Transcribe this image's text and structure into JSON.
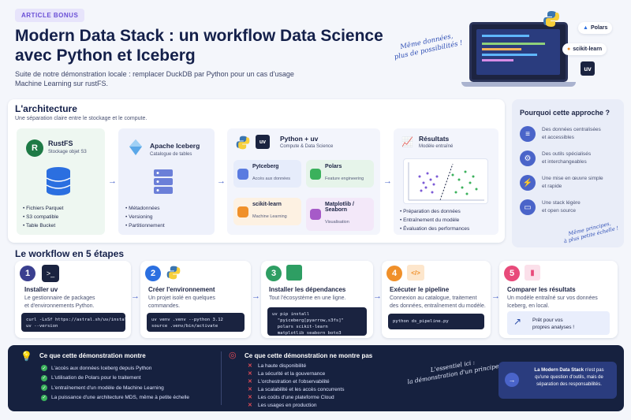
{
  "header": {
    "badge": "ARTICLE BONUS",
    "title_line1": "Modern Data Stack : un workflow Data Science",
    "title_line2": "avec Python et Iceberg",
    "subtitle_line1": "Suite de notre démonstration locale : remplacer DuckDB par Python pour un cas d'usage",
    "subtitle_line2": "Machine Learning sur rustFS.",
    "hand_note_line1": "Même données,",
    "hand_note_line2": "plus de possibilités !",
    "logos": [
      "Polars",
      "scikit-learn",
      "uv"
    ]
  },
  "architecture": {
    "title": "L'architecture",
    "subtitle": "Une séparation claire entre le stockage et le compute.",
    "rustfs": {
      "name": "RustFS",
      "desc": "Stockage objet S3",
      "items": [
        "Fichiers Parquet",
        "S3 compatible",
        "Table Bucket"
      ]
    },
    "iceberg": {
      "name": "Apache Iceberg",
      "desc": "Catalogue de tables",
      "items": [
        "Métadonnées",
        "Versioning",
        "Partitionnement"
      ]
    },
    "python": {
      "name": "Python + uv",
      "desc": "Compute & Data Science",
      "libs": [
        {
          "name": "PyIceberg",
          "desc": "Accès aux données"
        },
        {
          "name": "Polars",
          "desc": "Feature engineering"
        },
        {
          "name": "scikit-learn",
          "desc": "Machine Learning"
        },
        {
          "name": "Matplotlib / Seaborn",
          "desc": "Visualisation"
        }
      ]
    },
    "results": {
      "name": "Résultats",
      "desc": "Modèle entraîné",
      "items": [
        "Préparation des données",
        "Entraînement du modèle",
        "Évaluation des performances"
      ]
    }
  },
  "why": {
    "title": "Pourquoi cette approche ?",
    "items": [
      {
        "l1": "Des données centralisées",
        "l2": "et accessibles",
        "icon": "database-icon"
      },
      {
        "l1": "Des outils spécialisés",
        "l2": "et interchangeables",
        "icon": "gear-icon"
      },
      {
        "l1": "Une mise en œuvre simple",
        "l2": "et rapide",
        "icon": "bolt-icon"
      },
      {
        "l1": "Une stack légère",
        "l2": "et open source",
        "icon": "laptop-icon"
      }
    ],
    "hand_line1": "Même principes,",
    "hand_line2": "à plus petite échelle !"
  },
  "workflow": {
    "title": "Le workflow en 5 étapes",
    "steps": [
      {
        "num": "1",
        "title": "Installer uv",
        "l1": "Le gestionnaire de packages",
        "l2": "et d'environnements Python.",
        "code": "curl -LsSf https://astral.sh/uv/install.sh | sh\nuv --version",
        "color": "#3a3f8f"
      },
      {
        "num": "2",
        "title": "Créer l'environnement",
        "l1": "Un projet isolé en quelques",
        "l2": "commandes.",
        "code": "uv venv .venv --python 3.12\nsource .venv/bin/activate",
        "color": "#2b6fe0"
      },
      {
        "num": "3",
        "title": "Installer les dépendances",
        "l1": "Tout l'écosystème en une ligne.",
        "l2": "",
        "code": "uv pip install\n  \"pyiceberg[pyarrow,s3fs]\"\n  polars scikit-learn\n  matplotlib seaborn boto3",
        "color": "#2e9e63"
      },
      {
        "num": "4",
        "title": "Exécuter le pipeline",
        "l1": "Connexion au catalogue, traitement",
        "l2": "des données, entraînement du modèle.",
        "code": "python ds_pipeline.py",
        "color": "#f0902a"
      },
      {
        "num": "5",
        "title": "Comparer les résultats",
        "l1": "Un modèle entraîné sur vos données",
        "l2": "Iceberg, en local.",
        "ready1": "Prêt pour vos",
        "ready2": "propres analyses !",
        "color": "#e84a7a"
      }
    ]
  },
  "shows": {
    "title": "Ce que cette démonstration montre",
    "items": [
      "L'accès aux données Iceberg depuis Python",
      "L'utilisation de Polars pour le traitement",
      "L'entraînement d'un modèle de Machine Learning",
      "La puissance d'une architecture MDS, même à petite échelle"
    ]
  },
  "not_shows": {
    "title": "Ce que cette démonstration ne montre pas",
    "items": [
      "La haute disponibilité",
      "La sécurité et la gouvernance",
      "L'orchestration et l'observabilité",
      "La scalabilité et les accès concurrents",
      "Les coûts d'une plateforme Cloud",
      "Les usages en production"
    ]
  },
  "essential": {
    "line1": "L'essentiel ici :",
    "line2": "la démonstration d'un principe."
  },
  "conclusion": {
    "strong": "La Modern Data Stack",
    "l1": " n'est pas",
    "l2": "qu'une question d'outils, mais de",
    "l3": "séparation des responsabilités."
  }
}
